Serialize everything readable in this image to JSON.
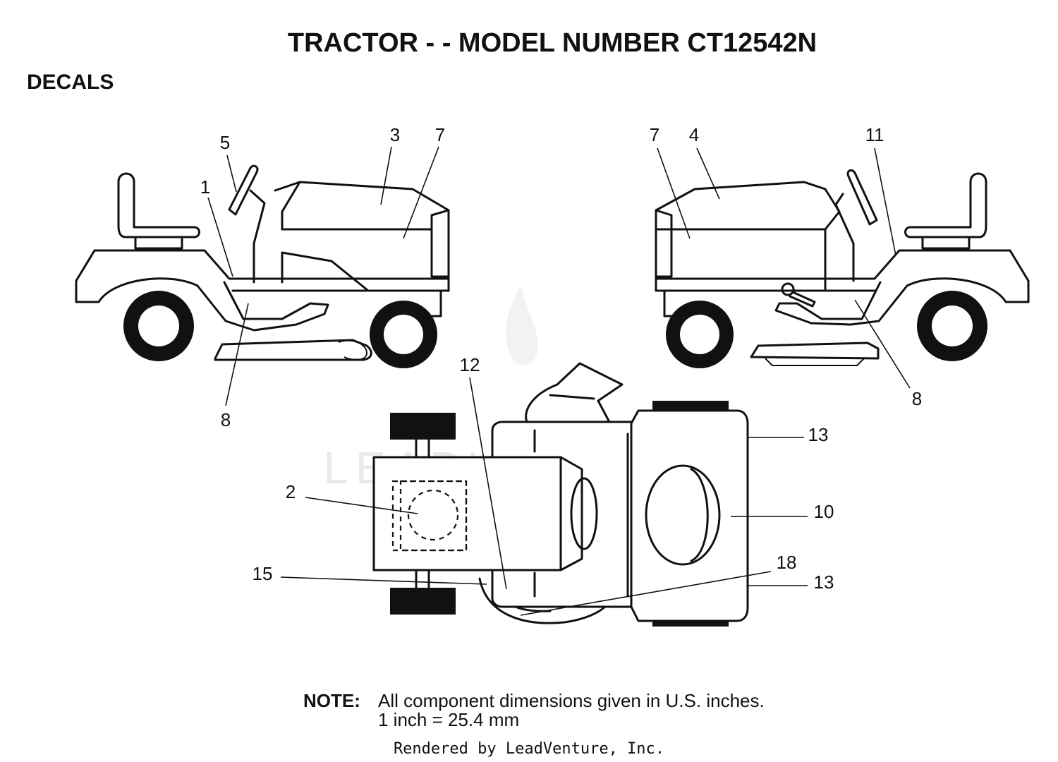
{
  "title": "TRACTOR - - MODEL NUMBER CT12542N",
  "section": "DECALS",
  "callouts": {
    "left_view": [
      "5",
      "3",
      "7",
      "1",
      "8"
    ],
    "right_view": [
      "7",
      "4",
      "11",
      "8"
    ],
    "top_view": [
      "12",
      "13",
      "10",
      "2",
      "18",
      "15",
      "13"
    ]
  },
  "note": {
    "label": "NOTE:",
    "line1": "All component dimensions given in U.S. inches.",
    "line2": "1 inch = 25.4 mm"
  },
  "credit": "Rendered by LeadVenture, Inc.",
  "watermark": "LEADVENTURE"
}
